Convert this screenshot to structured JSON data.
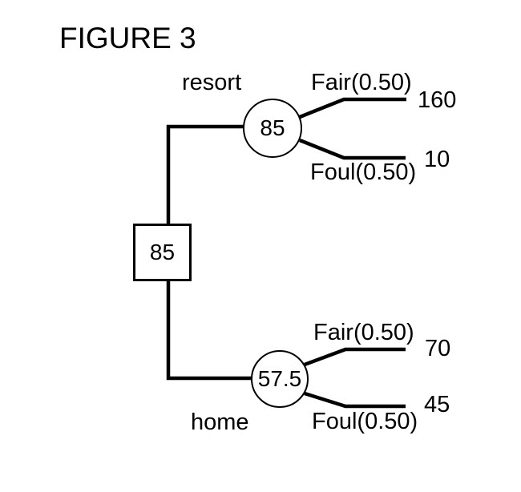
{
  "figure_title": "FIGURE 3",
  "tree": {
    "decision_node": {
      "value": "85"
    },
    "branches": [
      {
        "label": "resort",
        "chance_node_value": "85",
        "outcomes": [
          {
            "label": "Fair(0.50)",
            "payoff": "160"
          },
          {
            "label": "Foul(0.50)",
            "payoff": "10"
          }
        ]
      },
      {
        "label": "home",
        "chance_node_value": "57.5",
        "outcomes": [
          {
            "label": "Fair(0.50)",
            "payoff": "70"
          },
          {
            "label": "Foul(0.50)",
            "payoff": "45"
          }
        ]
      }
    ]
  },
  "colors": {
    "line": "#000000",
    "background": "#ffffff",
    "text": "#000000"
  }
}
